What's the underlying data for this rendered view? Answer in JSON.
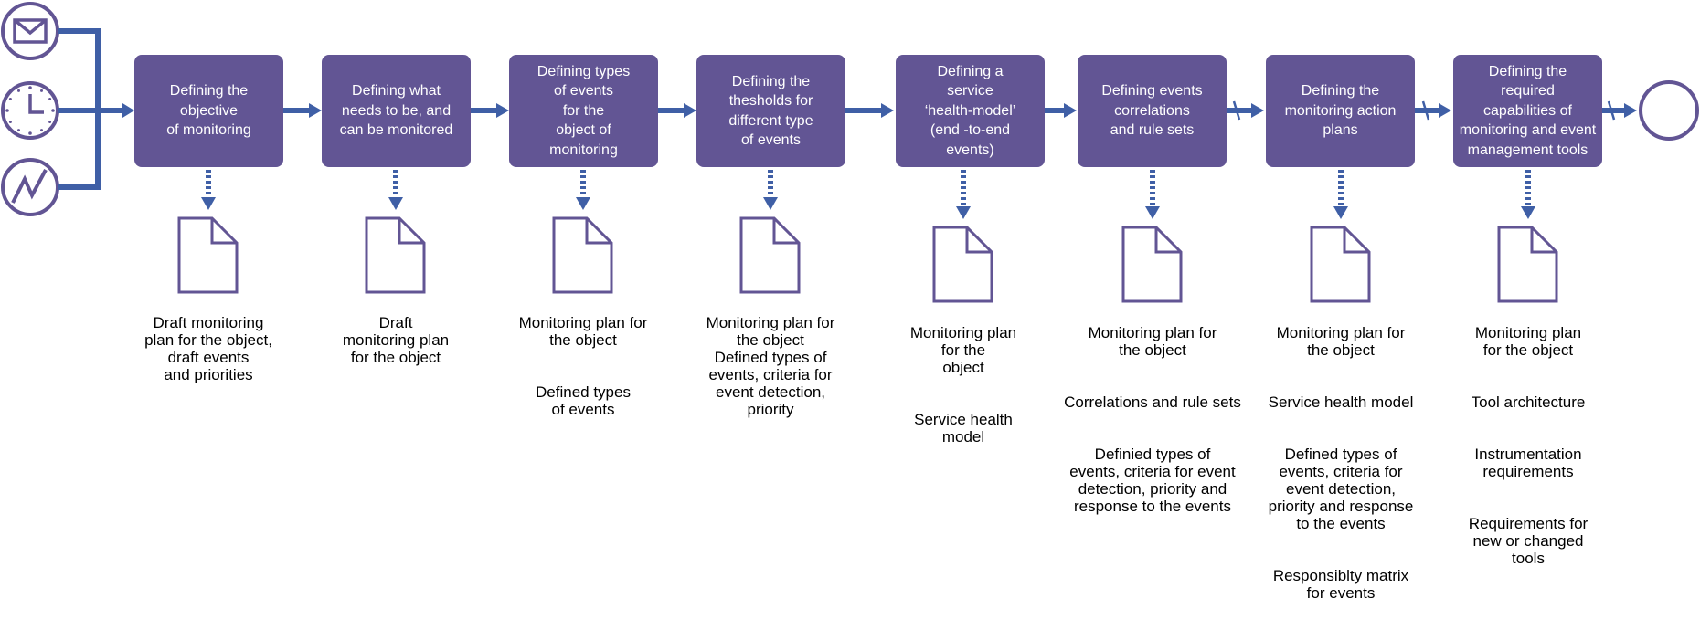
{
  "colors": {
    "box": "#625594",
    "connector": "#3f5fa6",
    "outline": "#625594"
  },
  "start_icons": [
    "envelope-icon",
    "clock-icon",
    "lightning-icon"
  ],
  "end_icon": "end-circle-icon",
  "steps": [
    {
      "label": "Defining the\nobjective\nof monitoring"
    },
    {
      "label": "Defining what\nneeds to be, and\ncan be monitored"
    },
    {
      "label": "Defining types\nof events\nfor the\nobject of\nmonitoring"
    },
    {
      "label": "Defining the\nthesholds for\ndifferent type\nof events"
    },
    {
      "label": "Defining a\nservice\n‘health-model’\n(end -to-end\nevents)"
    },
    {
      "label": "Defining events\ncorrelations\nand rule sets"
    },
    {
      "label": "Defining the\nmonitoring action\nplans"
    },
    {
      "label": "Defining the\nrequired\ncapabilities of\nmonitoring and event\nmanagement tools"
    }
  ],
  "outputs": [
    {
      "paragraphs": [
        "Draft monitoring\nplan for the object,\ndraft events\nand priorities"
      ]
    },
    {
      "paragraphs": [
        "Draft\nmonitoring plan\nfor the object"
      ]
    },
    {
      "paragraphs": [
        "Monitoring plan for\nthe object",
        "Defined types\nof events"
      ]
    },
    {
      "paragraphs": [
        "Monitoring plan for\nthe object\nDefined types of\nevents, criteria for\nevent detection,\npriority"
      ]
    },
    {
      "paragraphs": [
        "Monitoring plan\nfor the\nobject",
        "Service health\nmodel"
      ]
    },
    {
      "paragraphs": [
        "Monitoring plan for\nthe object",
        "Correlations and rule sets",
        "Definied types of\nevents, criteria for event\ndetection, priority and\nresponse to the events"
      ]
    },
    {
      "paragraphs": [
        "Monitoring plan for\nthe object",
        "Service health model",
        "Defined types of\nevents, criteria for\nevent detection,\npriority and response\nto the events",
        "Responsiblty matrix\nfor events"
      ]
    },
    {
      "paragraphs": [
        "Monitoring plan\nfor the object",
        "Tool architecture",
        "Instrumentation\nrequirements",
        "Requirements for\nnew or changed\ntools"
      ]
    }
  ]
}
